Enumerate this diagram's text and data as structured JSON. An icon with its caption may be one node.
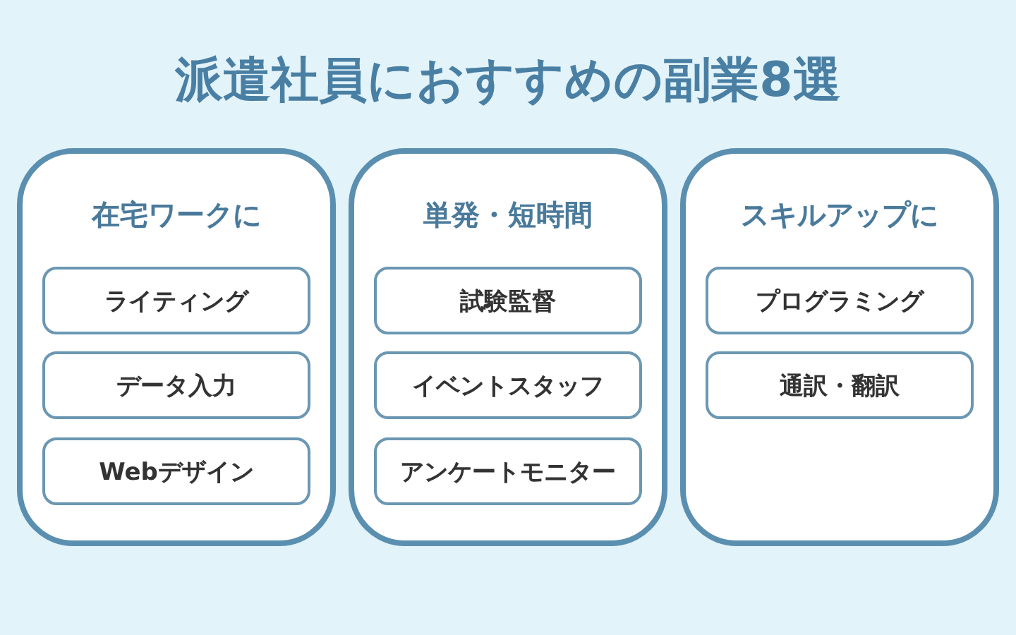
{
  "diagram": {
    "title": "派遣社員におすすめの副業8選",
    "nodes": [
      {
        "text": [
          "在宅ワークに"
        ]
      },
      {
        "text": [
          "ライティング"
        ],
        "in": 0
      },
      {
        "text": [
          "データ入力"
        ],
        "in": 0
      },
      {
        "text": [
          "Webデザイン"
        ],
        "in": 0
      },
      {
        "text": [
          "単発・短時間"
        ]
      },
      {
        "text": [
          "試験監督"
        ],
        "in": 4
      },
      {
        "text": [
          "イベントスタッフ"
        ],
        "in": 4
      },
      {
        "text": [
          "アンケートモニター"
        ],
        "in": 4
      },
      {
        "text": [
          "スキルアップに"
        ]
      },
      {
        "text": [
          "プログラミング"
        ],
        "in": 8
      },
      {
        "text": [
          "通訳・翻訳"
        ],
        "in": 8
      }
    ]
  }
}
